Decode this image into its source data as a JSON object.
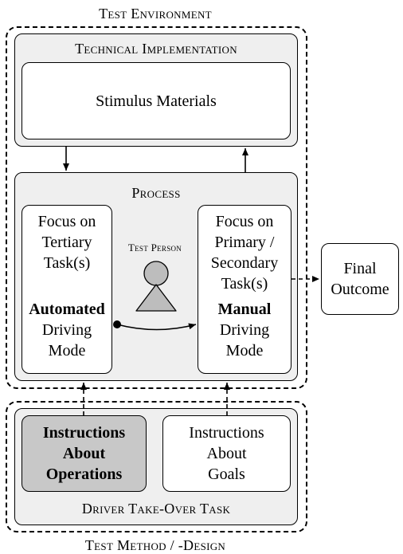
{
  "test_environment": {
    "label": "Test Environment"
  },
  "technical_implementation": {
    "label": "Technical Implementation",
    "stimulus": "Stimulus Materials"
  },
  "process": {
    "label": "Process",
    "left": {
      "focus_lines": [
        "Focus on",
        "Tertiary",
        "Task(s)"
      ],
      "mode_bold": "Automated",
      "mode_lines": [
        "Driving",
        "Mode"
      ]
    },
    "right": {
      "focus_lines": [
        "Focus on",
        "Primary /",
        "Secondary",
        "Task(s)"
      ],
      "mode_bold": "Manual",
      "mode_lines": [
        "Driving",
        "Mode"
      ]
    },
    "test_person": "Test Person"
  },
  "final_outcome": {
    "lines": [
      "Final",
      "Outcome"
    ]
  },
  "driver_task": {
    "label": "Driver Take-Over Task",
    "operations_lines": [
      "Instructions",
      "About",
      "Operations"
    ],
    "goals_lines": [
      "Instructions",
      "About",
      "Goals"
    ]
  },
  "test_method": {
    "label": "Test Method / -Design"
  },
  "colors": {
    "panel": "#efefef",
    "highlight": "#c8c8c8",
    "person": "#bdbdbd"
  }
}
